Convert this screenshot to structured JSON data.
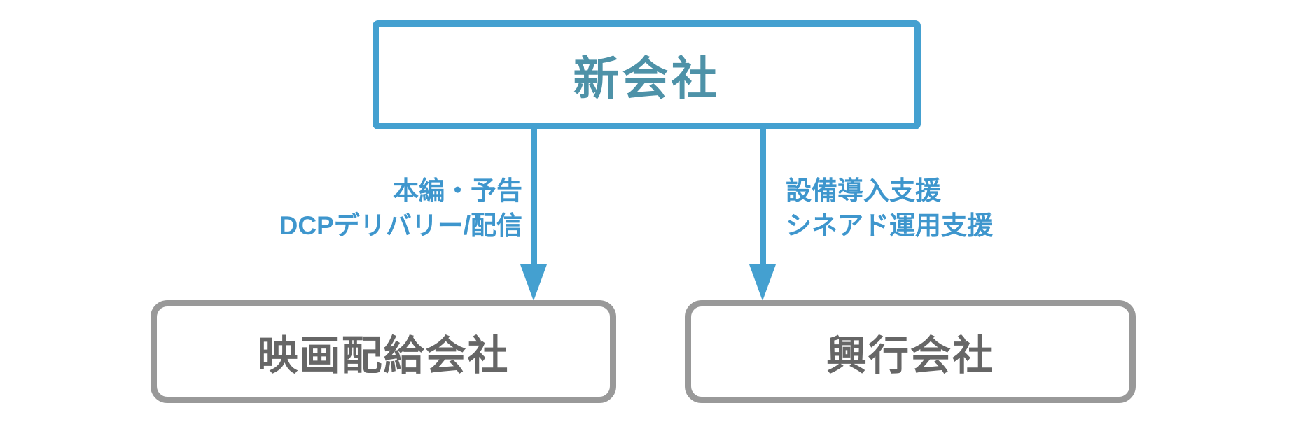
{
  "diagram": {
    "type": "org-structure-flow",
    "root": {
      "label": "新会社"
    },
    "connectors": [
      {
        "position": "left",
        "label_lines": [
          "本編・予告",
          "DCPデリバリー/配信"
        ]
      },
      {
        "position": "right",
        "label_lines": [
          "設備導入支援",
          "シネアド運用支援"
        ]
      }
    ],
    "children": [
      {
        "label": "映画配給会社"
      },
      {
        "label": "興行会社"
      }
    ],
    "colors": {
      "accent_blue": "#44A0D0",
      "connector_label_blue": "#3E96CD",
      "root_label_teal": "#4E92A8",
      "child_border_gray": "#999999",
      "child_label_gray": "#666666"
    }
  }
}
